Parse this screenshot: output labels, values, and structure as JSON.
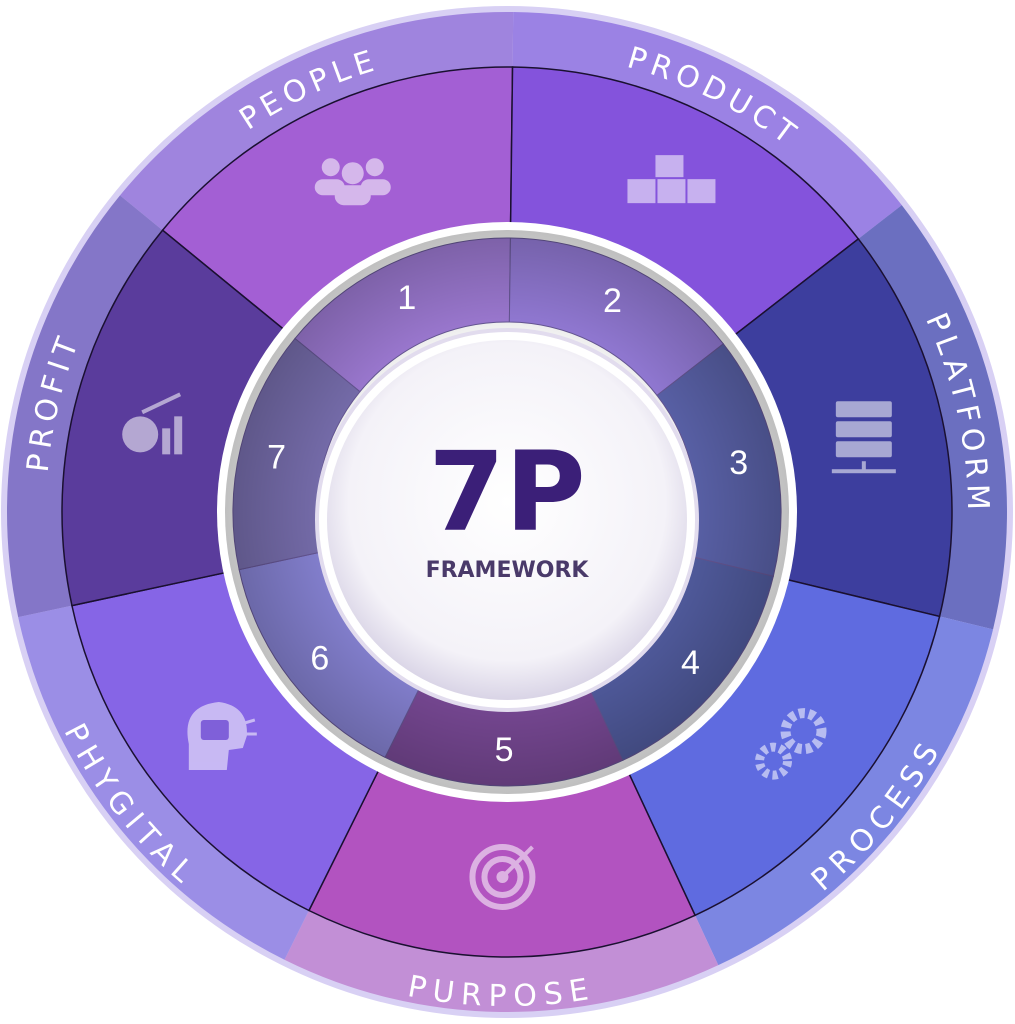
{
  "center": {
    "title": "7P",
    "subtitle": "FRAMEWORK"
  },
  "segments": [
    {
      "name": "PEOPLE",
      "number": "1",
      "icon": "people-icon",
      "color": "#a35fd4",
      "inner_color": "#a47fdc",
      "band_color": "#9f84de"
    },
    {
      "name": "PRODUCT",
      "number": "2",
      "icon": "boxes-icon",
      "color": "#8453dc",
      "inner_color": "#9a80e0",
      "band_color": "#9b82e4"
    },
    {
      "name": "PLATFORM",
      "number": "3",
      "icon": "server-icon",
      "color": "#3d3e9e",
      "inner_color": "#5e66b0",
      "band_color": "#6b6fc0"
    },
    {
      "name": "PROCESS",
      "number": "4",
      "icon": "gears-icon",
      "color": "#5f6be0",
      "inner_color": "#5560a6",
      "band_color": "#7c86e2"
    },
    {
      "name": "PURPOSE",
      "number": "5",
      "icon": "target-icon",
      "color": "#b253c0",
      "inner_color": "#7e4c9c",
      "band_color": "#c28fd6"
    },
    {
      "name": "PHYGITAL",
      "number": "6",
      "icon": "ai-head-icon",
      "color": "#8665e6",
      "inner_color": "#8c88dc",
      "band_color": "#9b8ee6"
    },
    {
      "name": "PROFIT",
      "number": "7",
      "icon": "money-growth-icon",
      "color": "#5a3c9c",
      "inner_color": "#7c72b4",
      "band_color": "#8476c8"
    }
  ]
}
